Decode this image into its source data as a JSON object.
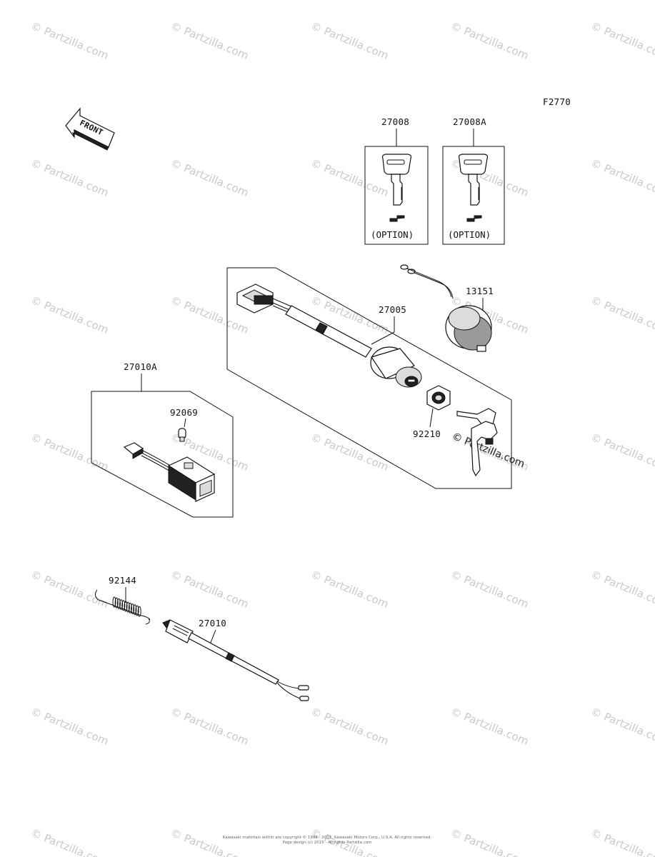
{
  "diagram": {
    "figure_code": "F2770",
    "front_label": "FRONT",
    "watermark_text": "© Partzilla.com",
    "copyright_line1": "Kawasaki materials within are copyright © 1998 - 2015, Kawasaki Motors Corp., U.S.A. All rights reserved.",
    "copyright_line2": "Page design (c) 2015 - All rights Partzilla.com",
    "option_label": "(OPTION)",
    "parts": {
      "key_blank": "27008",
      "key_blank_a": "27008A",
      "lamp_switch": "13151",
      "ignition_switch": "27005",
      "nut": "92210",
      "switch_assembly": "27010A",
      "bulb": "92069",
      "spring": "92144",
      "switch_cable": "27010"
    }
  }
}
